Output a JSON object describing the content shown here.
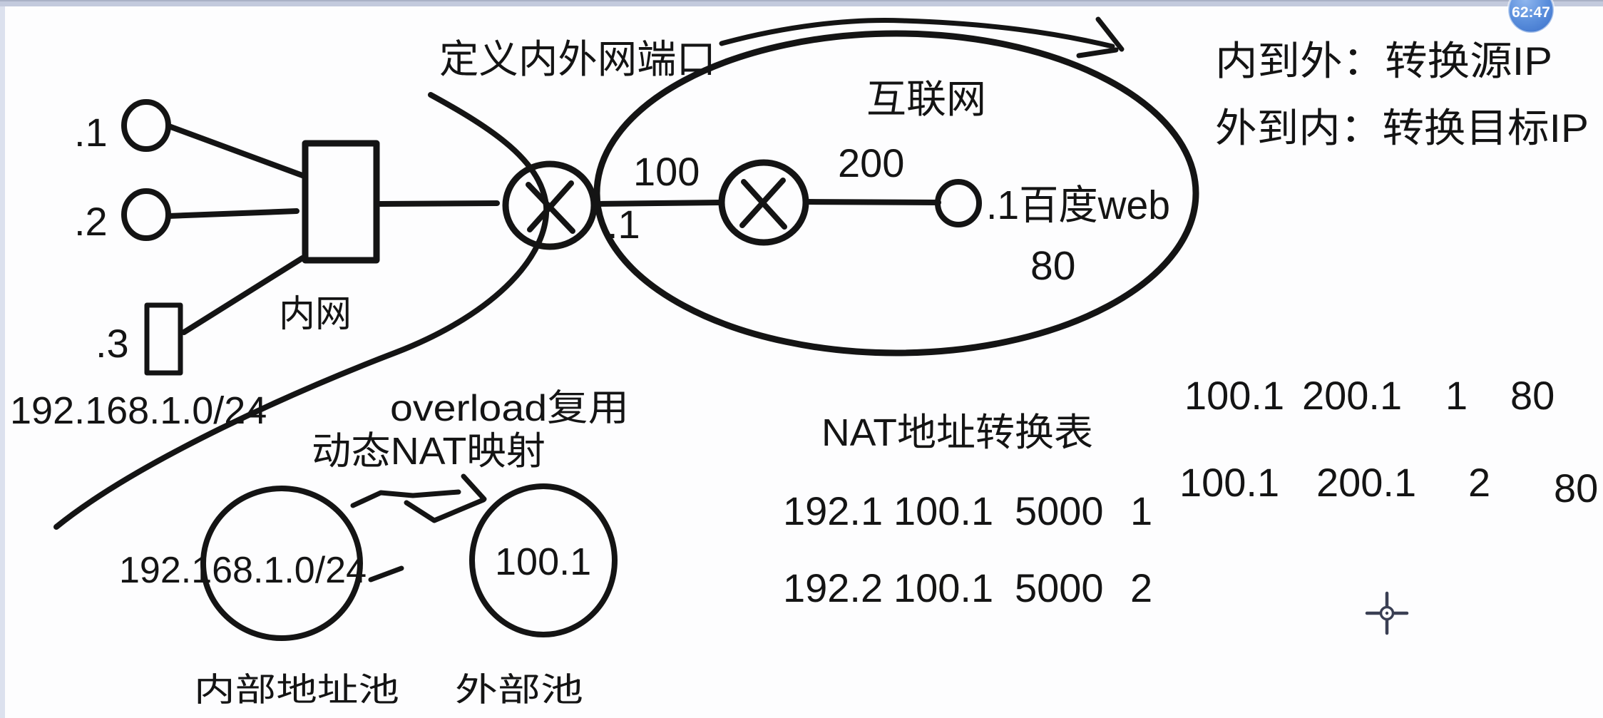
{
  "meta": {
    "kind": "hand-drawn NAT network whiteboard from lecture video",
    "colors": {
      "ink": "#141414",
      "background": "#fdfdfe",
      "border_top": "#c3cadd",
      "border_top_edge": "#a9b1c6",
      "border_left": "#dce1ee",
      "badge_blue": "#5b8fdc",
      "cursor": "#3a3f53"
    }
  },
  "timer": {
    "value": "62:47"
  },
  "lan": {
    "hosts": [
      ".1",
      ".2",
      ".3"
    ],
    "label": "内网",
    "subnet": "192.168.1.0/24"
  },
  "annotations": {
    "port_definition": "定义内外网端口",
    "overload": "overload复用",
    "dynamic_nat": "动态NAT映射"
  },
  "wan": {
    "internet_label": "互联网",
    "network_100": "100",
    "nat_outside_if": ".1",
    "network_200": "200",
    "server_label": ".1百度web",
    "server_port": "80"
  },
  "rules": {
    "inside_to_outside": "内到外：转换源IP",
    "outside_to_inside": "外到内：转换目标IP"
  },
  "pools": {
    "inner": {
      "value": "192.168.1.0/24",
      "caption": "内部地址池"
    },
    "outer": {
      "value": "100.1",
      "caption": "外部池"
    }
  },
  "nat_table": {
    "title": "NAT地址转换表",
    "rows": [
      [
        "192.1",
        "100.1",
        "5000",
        "1"
      ],
      [
        "192.2",
        "100.1",
        "5000",
        "2"
      ]
    ]
  },
  "mapping_table": {
    "rows": [
      [
        "100.1",
        "200.1",
        "1",
        "80"
      ],
      [
        "100.1",
        "200.1",
        "2",
        "80"
      ]
    ]
  }
}
